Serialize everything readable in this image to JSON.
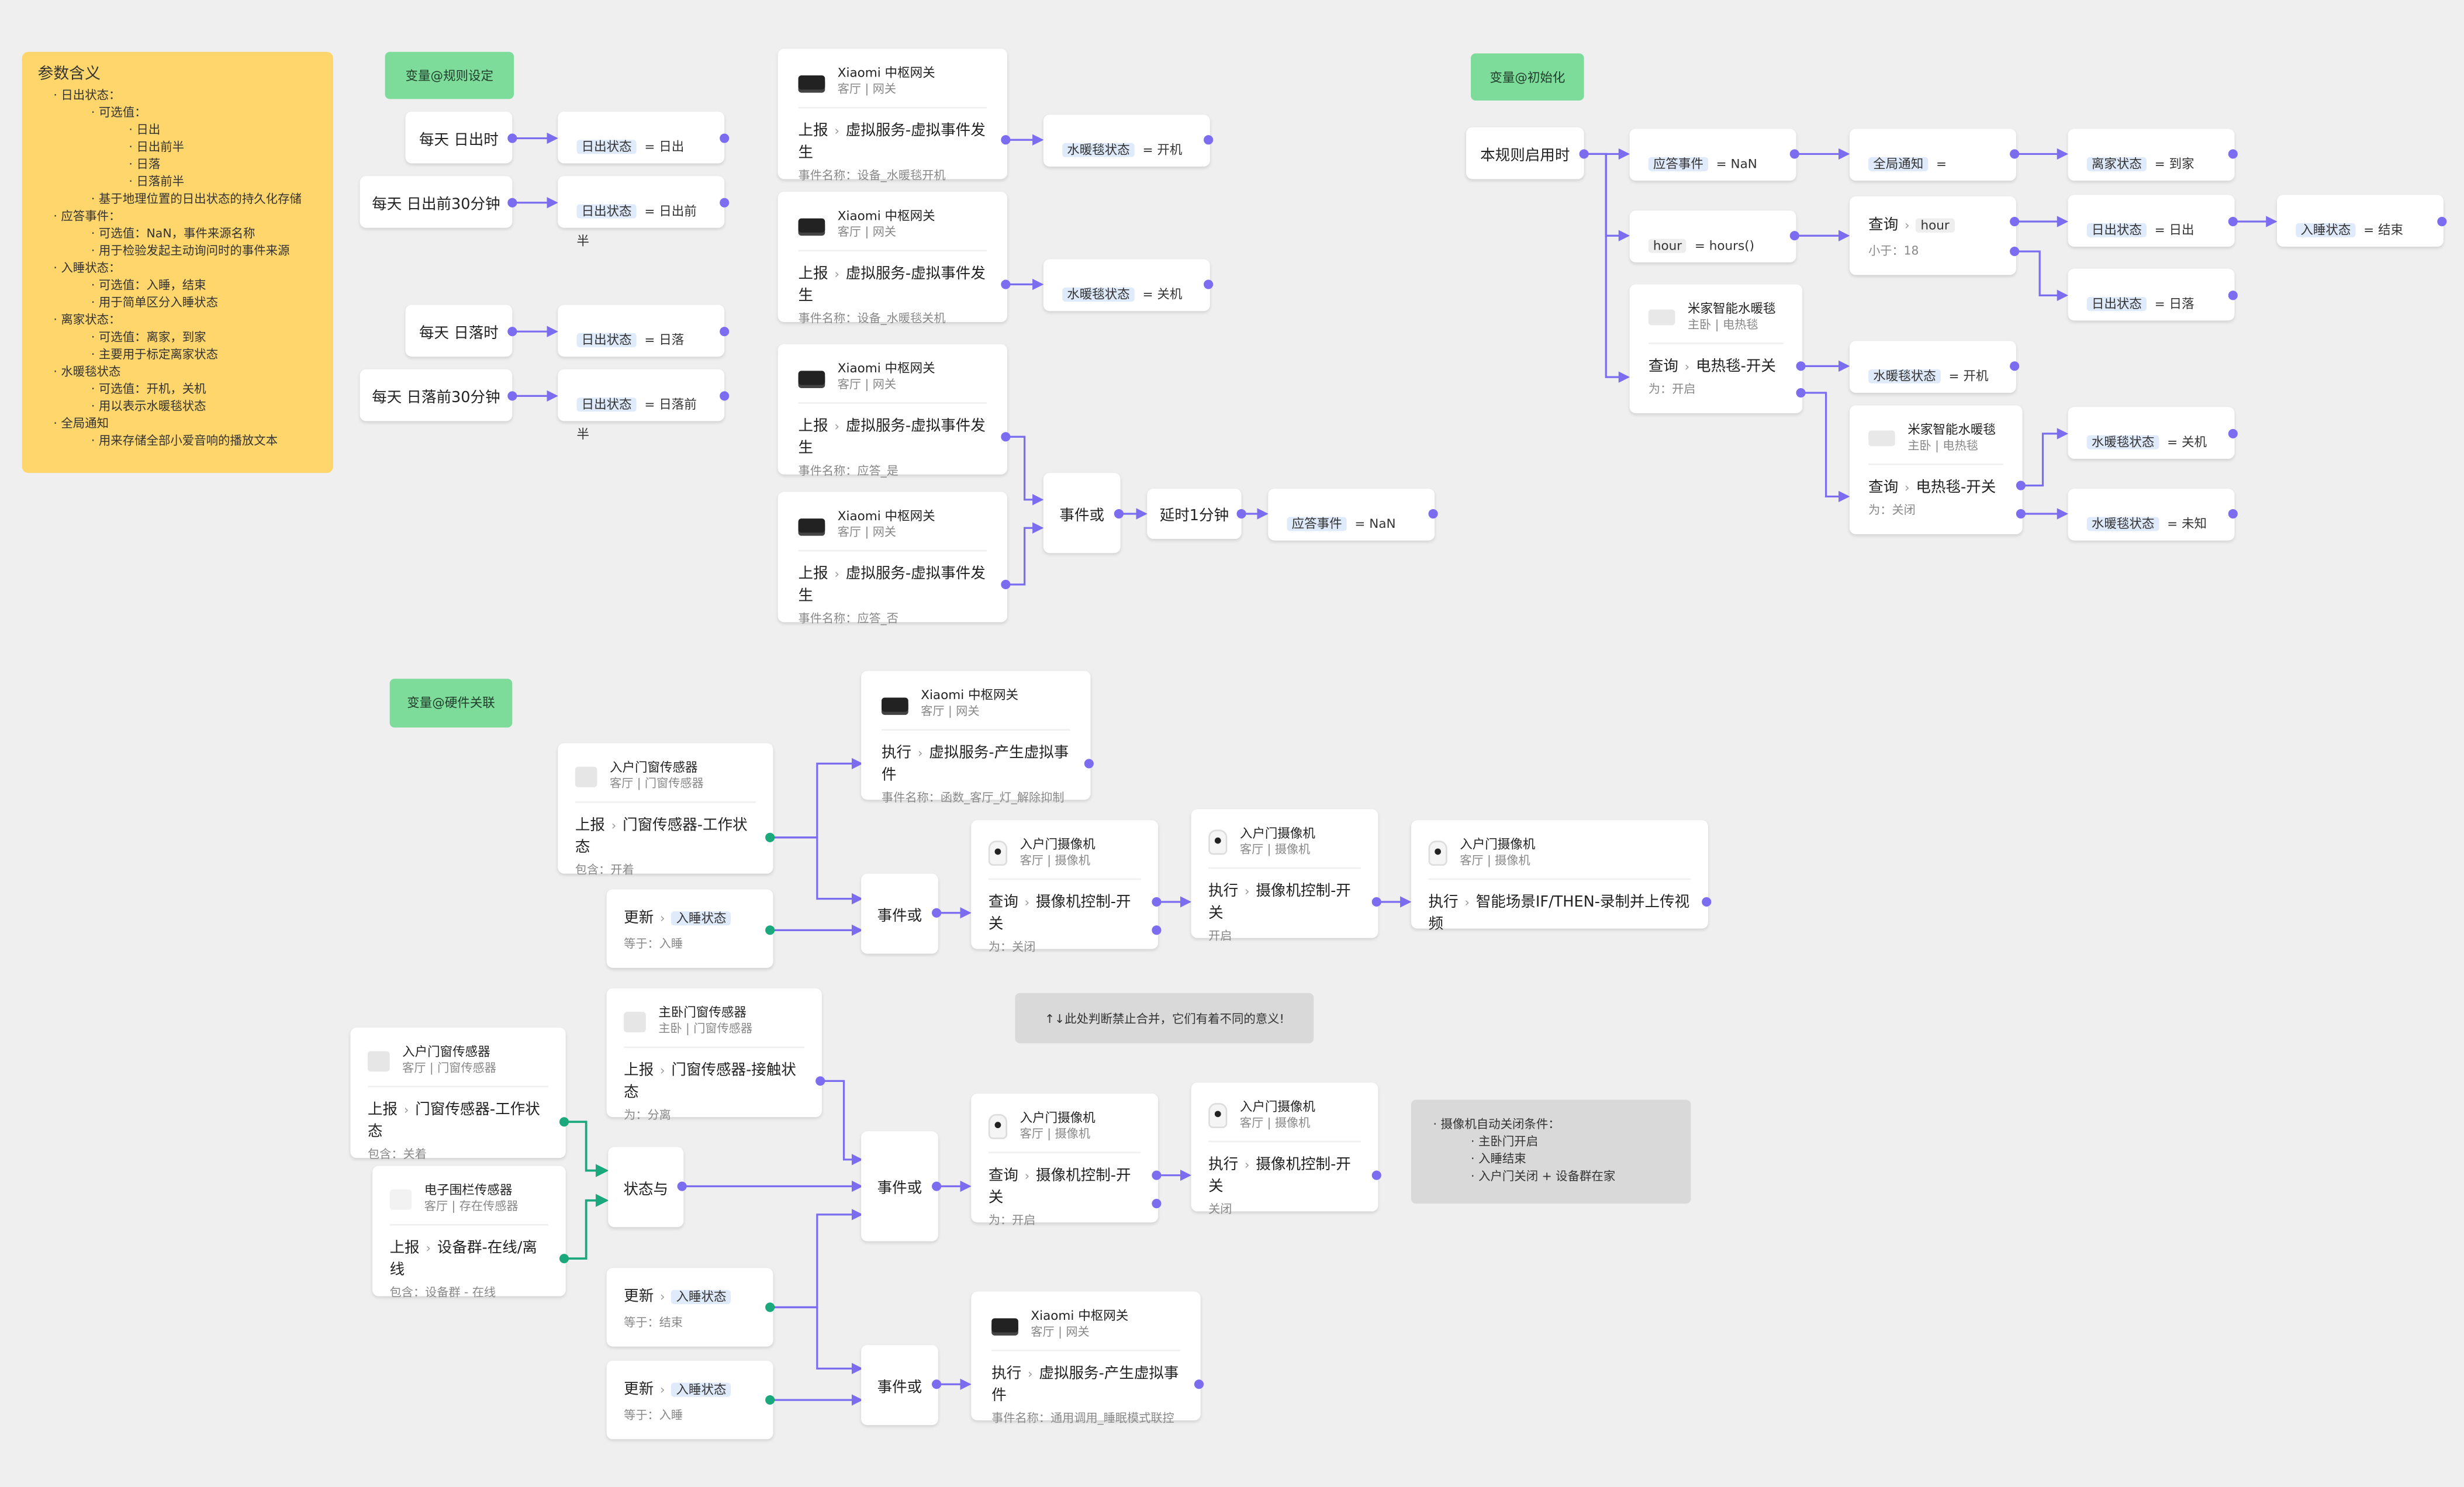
{
  "legend": {
    "title": "参数含义",
    "lines": [
      "·   日出状态：",
      "·   可选值：",
      "·   日出",
      "·   日出前半",
      "·   日落",
      "·   日落前半",
      "·   基于地理位置的日出状态的持久化存储",
      "·   应答事件：",
      "·   可选值：NaN，事件来源名称",
      "·   用于检验发起主动询问时的事件来源",
      "·   入睡状态：",
      "·   可选值：入睡，结束",
      "·   用于简单区分入睡状态",
      "·   离家状态：",
      "·   可选值：离家，到家",
      "·   主要用于标定离家状态",
      "·   水暖毯状态",
      "·   可选值：开机，关机",
      "·   用以表示水暖毯状态",
      "·   全局通知",
      "·   用来存储全部小爱音响的播放文本"
    ]
  },
  "groups": {
    "rules": "变量@规则设定",
    "init": "变量@初始化",
    "hardware": "变量@硬件关联"
  },
  "triggers": {
    "t1": "每天 日出时",
    "t2": "每天 日出前30分钟",
    "t3": "每天 日落时",
    "t4": "每天 日落前30分钟",
    "start": "本规则启用时"
  },
  "assign": {
    "sun": "日出状态",
    "sun_v1": "= 日出",
    "sun_v2": "= 日出前半",
    "sun_v3": "= 日落",
    "sun_v4": "= 日落前半",
    "blanket": "水暖毯状态",
    "on": "= 开机",
    "off": "= 关机",
    "unknown": "= 未知",
    "answer": "应答事件",
    "nan": "= NaN",
    "global": "全局通知",
    "eq": "=",
    "away": "离家状态",
    "home": "= 到家",
    "hour": "hour",
    "hours": "= hours()",
    "sleep": "入睡状态",
    "end": "= 结束"
  },
  "gateway": {
    "name": "Xiaomi 中枢网关",
    "room": "客厅 | 网关",
    "report": "上报",
    "exec": "执行",
    "virtual_event": "虚拟服务-虚拟事件发生",
    "virtual_produce": "虚拟服务-产生虚拟事件",
    "ev1": "事件名称：设备_水暖毯开机",
    "ev2": "事件名称：设备_水暖毯关机",
    "ev3": "事件名称：应答_是",
    "ev4": "事件名称：应答_否",
    "ev5": "事件名称：函数_客厅_灯_解除抑制",
    "ev6": "事件名称：通用调用_睡眠模式联控"
  },
  "logic": {
    "event_or": "事件或",
    "delay": "延时1分钟",
    "state_and": "状态与",
    "query": "查询",
    "less18_label": "小于：18",
    "update": "更新",
    "exec": "执行"
  },
  "blanket_dev": {
    "name": "米家智能水暖毯",
    "room": "主卧 | 电热毯",
    "prop": "电热毯-开关",
    "on": "为：开启",
    "off": "为：关闭"
  },
  "door": {
    "name": "入户门窗传感器",
    "room": "客厅 | 门窗传感器",
    "prop": "门窗传感器-工作状态",
    "open": "包含：开着",
    "closed": "包含：关着",
    "bed_name": "主卧门窗传感器",
    "bed_room": "主卧 | 门窗传感器",
    "bed_prop": "门窗传感器-接触状态",
    "bed_val": "为：分离"
  },
  "fence": {
    "name": "电子围栏传感器",
    "room": "客厅 | 存在传感器",
    "prop": "设备群-在线/离线",
    "val": "包含：设备群 - 在线"
  },
  "camera": {
    "name": "入户门摄像机",
    "room": "客厅 | 摄像机",
    "prop": "摄像机控制-开关",
    "val_off": "为：关闭",
    "val_on": "为：开启",
    "set_on": "开启",
    "set_off": "关闭",
    "scene": "智能场景IF/THEN-录制并上传视频"
  },
  "sleep_update": {
    "v_sleep": "等于：入睡",
    "v_end": "等于：结束"
  },
  "warning": "↑↓此处判断禁止合并，它们有着不同的意义!",
  "cam_note": {
    "title": "·   摄像机自动关闭条件：",
    "items": [
      "·   主卧门开启",
      "·   入睡结束",
      "·   入户门关闭 + 设备群在家"
    ]
  }
}
